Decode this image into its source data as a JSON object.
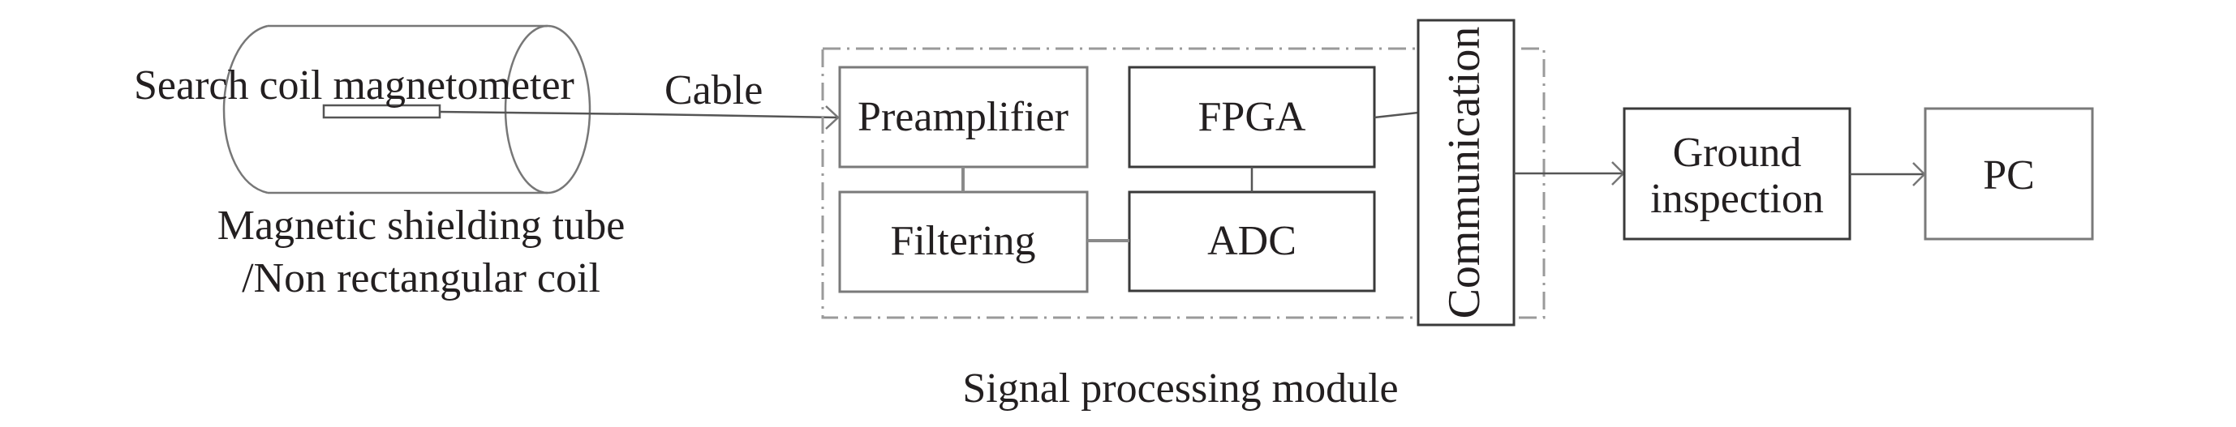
{
  "figure": {
    "sensor": {
      "label": "Search coil magnetometer",
      "tube_label_line1": "Magnetic shielding tube",
      "tube_label_line2": "/Non rectangular coil"
    },
    "cable_label": "Cable",
    "module": {
      "label": "Signal processing module",
      "blocks": {
        "preamplifier": "Preamplifier",
        "filtering": "Filtering",
        "fpga": "FPGA",
        "adc": "ADC",
        "communication": "Communication"
      }
    },
    "ground_inspection": {
      "line1": "Ground",
      "line2": "inspection"
    },
    "pc": "PC",
    "connections": [
      {
        "from": "Search coil magnetometer",
        "to": "Preamplifier",
        "via": "Cable",
        "directed": true
      },
      {
        "from": "Preamplifier",
        "to": "Filtering",
        "directed": false
      },
      {
        "from": "Filtering",
        "to": "ADC",
        "directed": false
      },
      {
        "from": "ADC",
        "to": "FPGA",
        "directed": false
      },
      {
        "from": "FPGA",
        "to": "Communication",
        "directed": false
      },
      {
        "from": "Communication",
        "to": "Ground inspection",
        "directed": true
      },
      {
        "from": "Ground inspection",
        "to": "PC",
        "directed": true
      }
    ]
  }
}
